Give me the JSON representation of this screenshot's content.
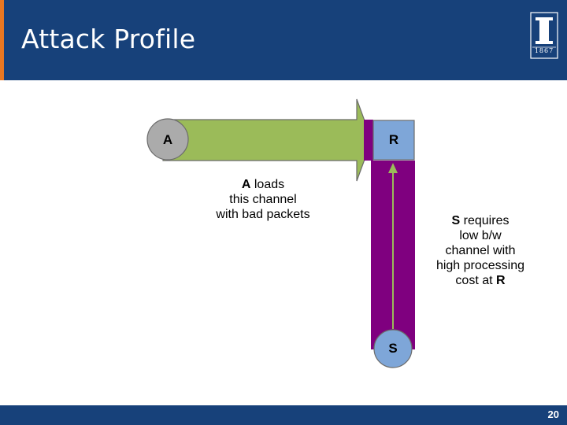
{
  "header": {
    "title": "Attack Profile",
    "logo_year": "1867"
  },
  "diagram": {
    "nodes": {
      "a": "A",
      "r": "R",
      "s": "S"
    },
    "label_a": [
      "A loads",
      "this channel",
      "with bad packets"
    ],
    "label_s": [
      "S requires",
      "low b/w",
      "channel with",
      "high processing",
      "cost at R"
    ]
  },
  "footer": {
    "page_number": "20"
  },
  "colors": {
    "header": "#17417a",
    "accent": "#e87722",
    "green": "#9bbb59",
    "purple": "#7f007f",
    "node_gray": "#ababab",
    "node_blue": "#7ea6d8"
  }
}
